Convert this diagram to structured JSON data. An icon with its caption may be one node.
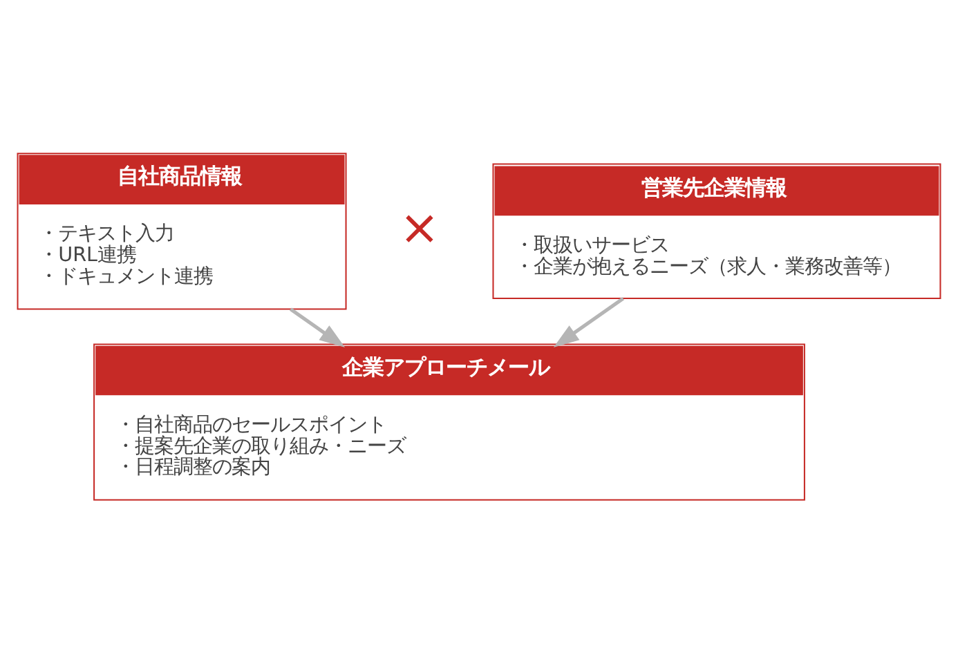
{
  "diagram": {
    "nodes": [
      {
        "text": [
          "自社商品情報",
          "・テキスト入力",
          "・URL連携",
          "・ドキュメント連携"
        ]
      },
      {
        "text": [
          "営業先企業情報",
          "・取扱いサービス",
          "・企業が抱えるニーズ（求人・業務改善等）"
        ]
      },
      {
        "text": [
          "企業アプローチメール",
          "・自社商品のセールスポイント",
          "・提案先企業の取り組み・ニーズ",
          "・日程調整の案内"
        ]
      }
    ],
    "edges": [
      {
        "from": 0,
        "to": 2,
        "arrow": "to"
      },
      {
        "from": 1,
        "to": 2,
        "arrow": "to"
      }
    ],
    "labels": [
      "×"
    ]
  }
}
